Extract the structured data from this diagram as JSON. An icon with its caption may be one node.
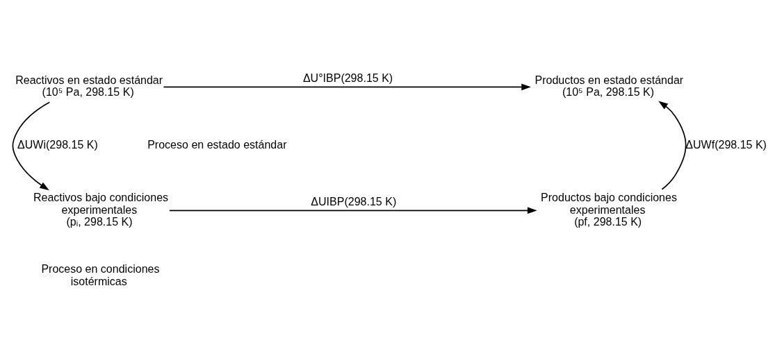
{
  "diagram": {
    "nodes": [
      {
        "text": [
          "Reactivos en estado estándar (10⁵ Pa, 298.15 K)"
        ]
      },
      {
        "text": [
          "Productos en estado estándar (10⁵ Pa, 298.15 K)"
        ]
      },
      {
        "text": [
          "Reactivos bajo condiciones experimentales",
          "(pᵢ, 298.15 K)"
        ]
      },
      {
        "text": [
          "Productos bajo condiciones experimentales",
          "(pf, 298.15 K)"
        ]
      }
    ],
    "edges": [
      {
        "from": 0,
        "to": 1,
        "arrow": "to",
        "label": "ΔU°IBP(298.15 K)"
      },
      {
        "from": 0,
        "to": 2,
        "arrow": "to",
        "label": "ΔUWi(298.15 K)"
      },
      {
        "from": 2,
        "to": 3,
        "arrow": "to",
        "label": "ΔUIBP(298.15 K)"
      },
      {
        "from": 3,
        "to": 1,
        "arrow": "to",
        "label": "ΔUWf(298.15 K)"
      }
    ],
    "labels": [
      "Proceso en estado estándar",
      "Proceso en condiciones isotérmicas"
    ]
  }
}
